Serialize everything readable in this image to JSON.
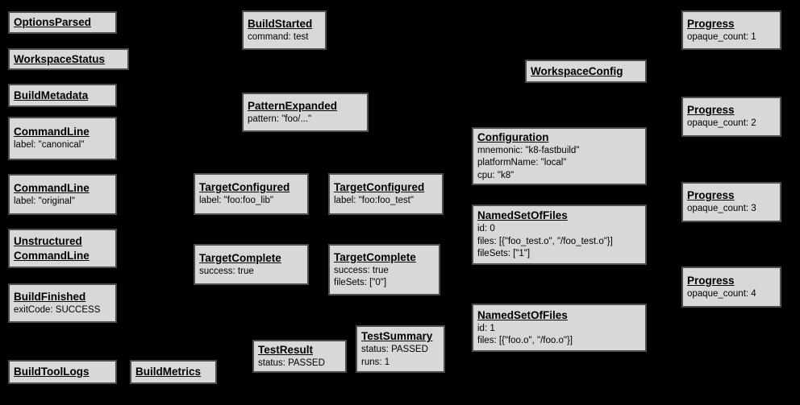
{
  "diagram": {
    "description": "Build event protocol event graph",
    "background_color": "#000000",
    "node_fill_color": "#d8d8d8",
    "node_border_color": "#4d4d4d",
    "node_text_color": "#000000"
  },
  "nodes": [
    {
      "key": "options-parsed",
      "title": "OptionsParsed",
      "lines": []
    },
    {
      "key": "workspace-status",
      "title": "WorkspaceStatus",
      "lines": []
    },
    {
      "key": "build-metadata",
      "title": "BuildMetadata",
      "lines": []
    },
    {
      "key": "command-line-canonical",
      "title": "CommandLine",
      "lines": [
        "label: \"canonical\""
      ]
    },
    {
      "key": "command-line-original",
      "title": "CommandLine",
      "lines": [
        "label: \"original\""
      ]
    },
    {
      "key": "unstructured-command-line",
      "title": "Unstructured",
      "title2": "CommandLine",
      "lines": []
    },
    {
      "key": "build-finished",
      "title": "BuildFinished",
      "lines": [
        "exitCode: SUCCESS"
      ]
    },
    {
      "key": "build-tool-logs",
      "title": "BuildToolLogs",
      "lines": []
    },
    {
      "key": "build-metrics",
      "title": "BuildMetrics",
      "lines": []
    },
    {
      "key": "build-started",
      "title": "BuildStarted",
      "lines": [
        "command: test"
      ]
    },
    {
      "key": "pattern-expanded",
      "title": "PatternExpanded",
      "lines": [
        "pattern: \"foo/...\""
      ]
    },
    {
      "key": "target-configured-foo-lib",
      "title": "TargetConfigured",
      "lines": [
        "label: \"foo:foo_lib\""
      ]
    },
    {
      "key": "target-configured-foo-test",
      "title": "TargetConfigured",
      "lines": [
        "label: \"foo:foo_test\""
      ]
    },
    {
      "key": "target-complete-foo-lib",
      "title": "TargetComplete",
      "lines": [
        "success: true"
      ]
    },
    {
      "key": "target-complete-foo-test",
      "title": "TargetComplete",
      "lines": [
        "success: true",
        "fileSets: [\"0\"]"
      ]
    },
    {
      "key": "test-result",
      "title": "TestResult",
      "lines": [
        "status: PASSED"
      ]
    },
    {
      "key": "test-summary",
      "title": "TestSummary",
      "lines": [
        "status: PASSED",
        "runs: 1"
      ]
    },
    {
      "key": "workspace-config",
      "title": "WorkspaceConfig",
      "lines": []
    },
    {
      "key": "configuration",
      "title": "Configuration",
      "lines": [
        "mnemonic: \"k8-fastbuild\"",
        "platformName: \"local\"",
        "cpu: \"k8\""
      ]
    },
    {
      "key": "named-set-of-files-0",
      "title": "NamedSetOfFiles",
      "lines": [
        "id: 0",
        "files: [{\"foo_test.o\", \"/foo_test.o\"}]",
        "fileSets: [\"1\"]"
      ]
    },
    {
      "key": "named-set-of-files-1",
      "title": "NamedSetOfFiles",
      "lines": [
        "id: 1",
        "files: [{\"foo.o\", \"/foo.o\"}]"
      ]
    },
    {
      "key": "progress-1",
      "title": "Progress",
      "lines": [
        "opaque_count: 1"
      ]
    },
    {
      "key": "progress-2",
      "title": "Progress",
      "lines": [
        "opaque_count: 2"
      ]
    },
    {
      "key": "progress-3",
      "title": "Progress",
      "lines": [
        "opaque_count: 3"
      ]
    },
    {
      "key": "progress-4",
      "title": "Progress",
      "lines": [
        "opaque_count: 4"
      ]
    }
  ]
}
